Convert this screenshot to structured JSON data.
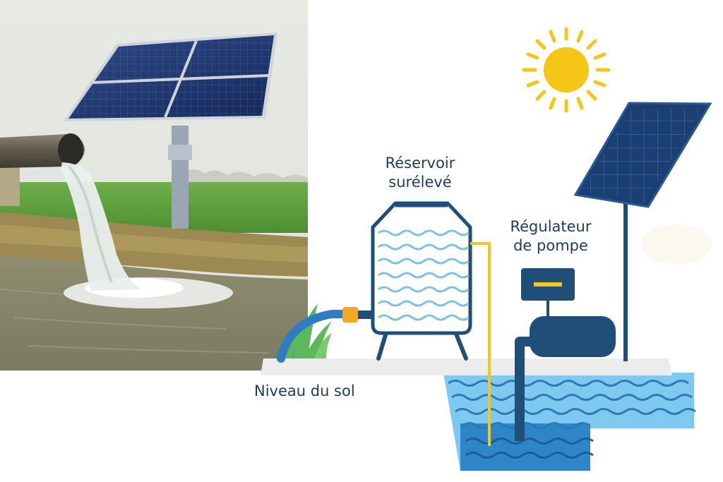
{
  "labels": {
    "tank_line1": "Réservoir",
    "tank_line2": "surélevé",
    "regulator_line1": "Régulateur",
    "regulator_line2": "de pompe",
    "ground": "Niveau du sol"
  },
  "colors": {
    "navy": "#1f4e79",
    "sun": "#f5c518",
    "water_light": "#6cc0ec",
    "water_deep": "#2e86c8",
    "wire": "#f5c518",
    "hose": "#2e7cc2",
    "grass": "#5cb85c"
  },
  "icons": [
    "sun-icon",
    "solar-panel-icon",
    "water-tank-icon",
    "pump-icon",
    "controller-icon",
    "faucet-valve-icon"
  ]
}
